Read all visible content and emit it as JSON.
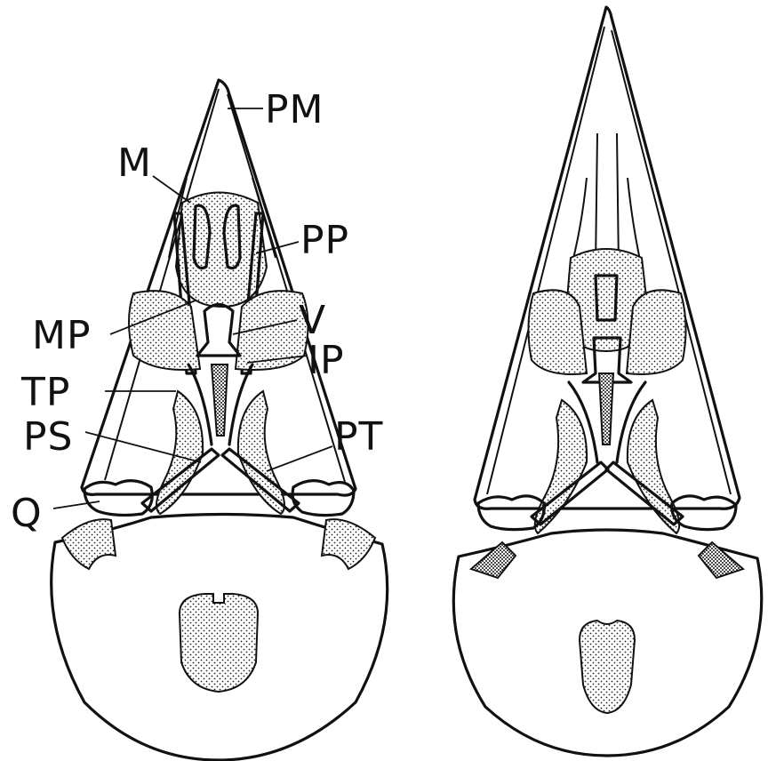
{
  "figure": {
    "labels": {
      "pm": "PM",
      "m": "M",
      "pp": "PP",
      "mp": "MP",
      "v": "V",
      "ip": "IP",
      "tp": "TP",
      "ps": "PS",
      "pt": "PT",
      "q": "Q"
    }
  }
}
